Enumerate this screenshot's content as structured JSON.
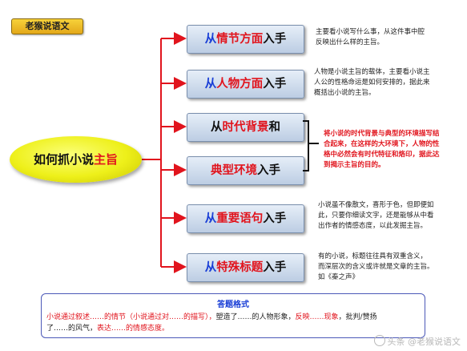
{
  "tag": "老猴说语文",
  "hub": {
    "prefix": "如何抓小说",
    "highlight": "主旨"
  },
  "nodes": [
    {
      "parts": [
        "从",
        "情节方面",
        "入手"
      ]
    },
    {
      "parts": [
        "从",
        "人物方面",
        "入手"
      ]
    },
    {
      "parts": [
        "从",
        "时代背景",
        "和"
      ]
    },
    {
      "parts": [
        "",
        "典型环境",
        "入手"
      ]
    },
    {
      "parts": [
        "从",
        "重要语句",
        "入手"
      ]
    },
    {
      "parts": [
        "从",
        "特殊标题",
        "入手"
      ]
    }
  ],
  "notes": {
    "plot": [
      "主要看小说写什么事，从这件事中腔",
      "反映出什么样的主旨。"
    ],
    "character": [
      "人物是小说主旨的载体，主要看小说主",
      "人公的性格命运是如何安排的，据此来",
      "概括出小说的主旨。"
    ],
    "background": [
      "将小说的时代背景与典型的环境描写结",
      "合起来，在这样的大环境下，人物的性",
      "格中必然会有时代特征和烙印，据此达",
      "到揭示主旨的目的。"
    ],
    "sentence": [
      "小说虽不像散文，喜形于色，但即便如",
      "此，只要你细读文字，还是能够从中看",
      "出作者的情感态度，以此发掘主旨。"
    ],
    "title": [
      "有的小说，标题往往具有双重含义，",
      "而深层次的含义或许就是文章的主旨。",
      "如《秦之声》"
    ]
  },
  "answer": {
    "title": "答题格式",
    "line1": [
      {
        "t": "小说通过叙述……的情节（小说通过对……的描写），",
        "c": "r"
      },
      {
        "t": "塑造了……的人物形象，",
        "c": "k"
      },
      {
        "t": "反映……现象",
        "c": "r"
      },
      {
        "t": "，批判/赞扬",
        "c": "k"
      }
    ],
    "line2": [
      {
        "t": "了……的风气，",
        "c": "k"
      },
      {
        "t": "表达……的情感态度。",
        "c": "r"
      }
    ]
  },
  "watermark": "头条 @老猴说语文",
  "colors": {
    "arrow": "#e1141d",
    "accent_blue": "#1a3fd6",
    "accent_red": "#e1141d"
  }
}
